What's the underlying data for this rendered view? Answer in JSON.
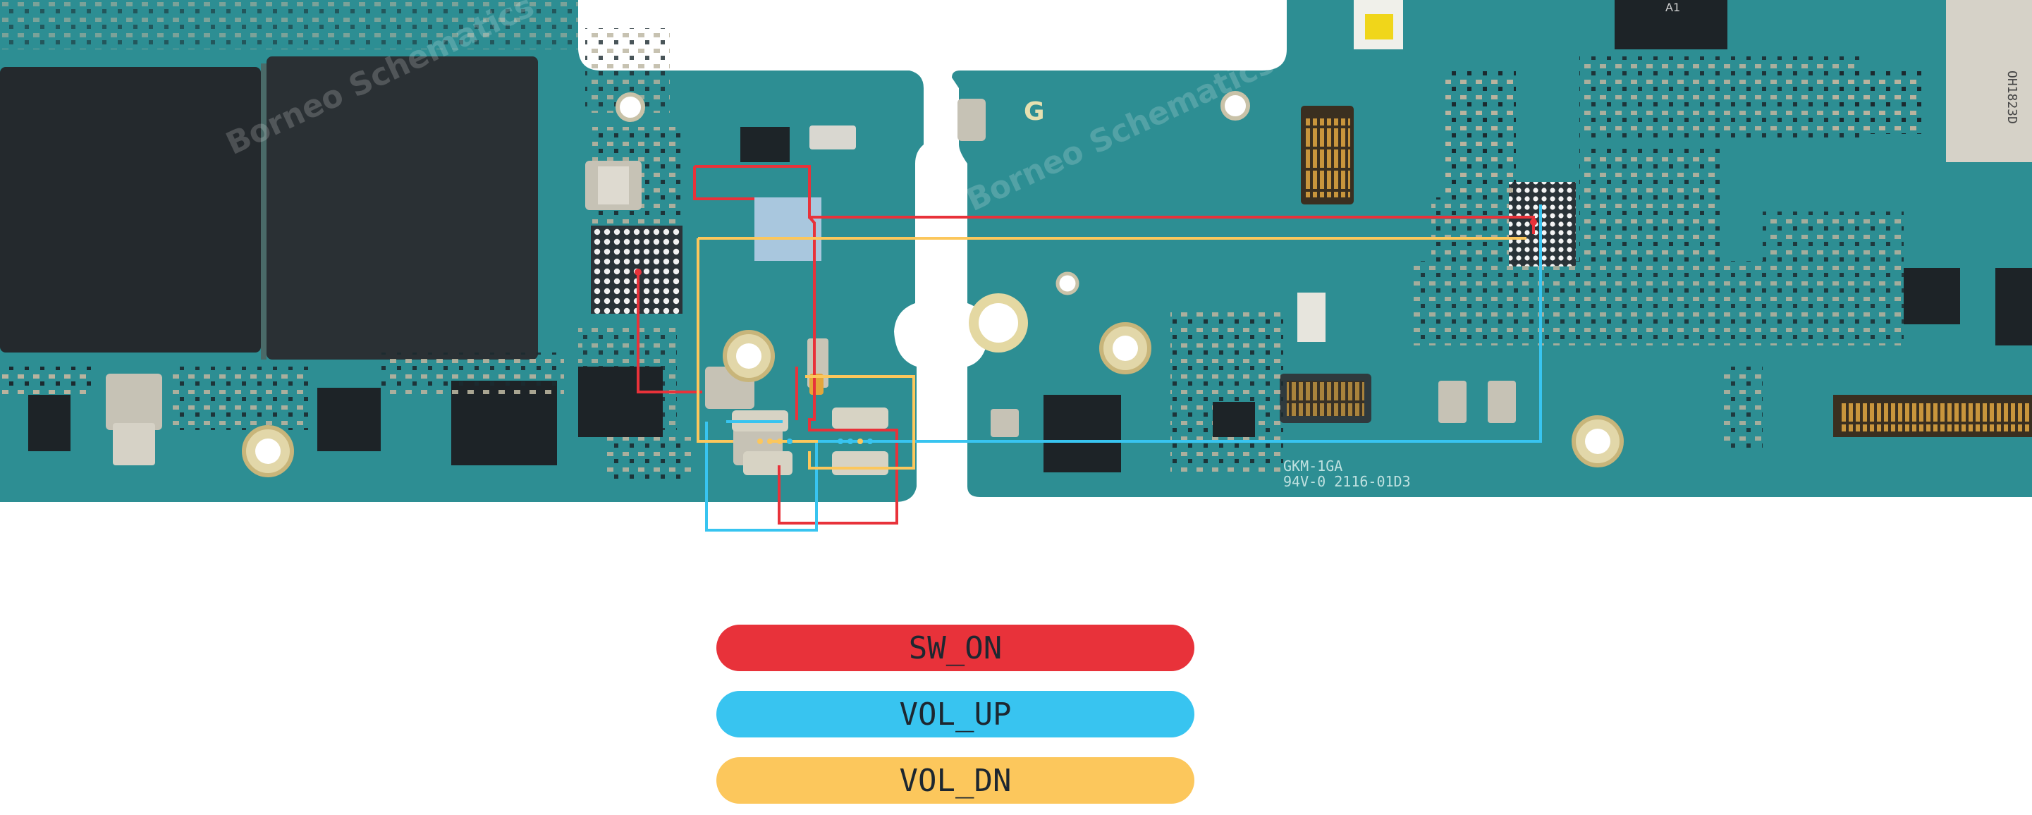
{
  "board": {
    "silk_text_1": "GKM-1GA",
    "silk_text_2": "94V-0 2116-01D3",
    "chip_label": "A1",
    "module_label": "OH1823D",
    "logo_text": "G",
    "watermark": "Borneo Schematics"
  },
  "legend": {
    "items": [
      {
        "label": "SW_ON",
        "color": "#e8323a"
      },
      {
        "label": "VOL_UP",
        "color": "#38c4f0"
      },
      {
        "label": "VOL_DN",
        "color": "#fcc75c"
      }
    ]
  },
  "colors": {
    "board": "#2b8b90",
    "board_dark": "#1f6f74",
    "chip": "#24292d",
    "pad": "#c9c5b6",
    "sw_on": "#e8323a",
    "vol_up": "#38c4f0",
    "vol_dn": "#fcc75c"
  }
}
